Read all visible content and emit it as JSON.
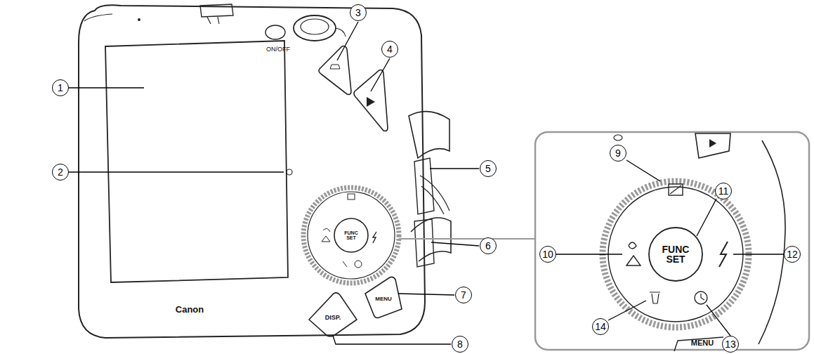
{
  "diagram": {
    "nodes": [
      {
        "text": [
          "1"
        ]
      },
      {
        "text": [
          "2"
        ]
      },
      {
        "text": [
          "3"
        ]
      },
      {
        "text": [
          "4"
        ]
      },
      {
        "text": [
          "5"
        ]
      },
      {
        "text": [
          "6"
        ]
      },
      {
        "text": [
          "7"
        ]
      },
      {
        "text": [
          "8"
        ]
      },
      {
        "text": [
          "9"
        ]
      },
      {
        "text": [
          "10"
        ]
      },
      {
        "text": [
          "11"
        ]
      },
      {
        "text": [
          "12"
        ]
      },
      {
        "text": [
          "13"
        ]
      },
      {
        "text": [
          "14"
        ]
      }
    ],
    "labels": [
      "ON/OFF",
      "FUNC SET",
      "DISP.",
      "MENU",
      "Canon",
      "FUNC SET",
      "MENU"
    ]
  }
}
